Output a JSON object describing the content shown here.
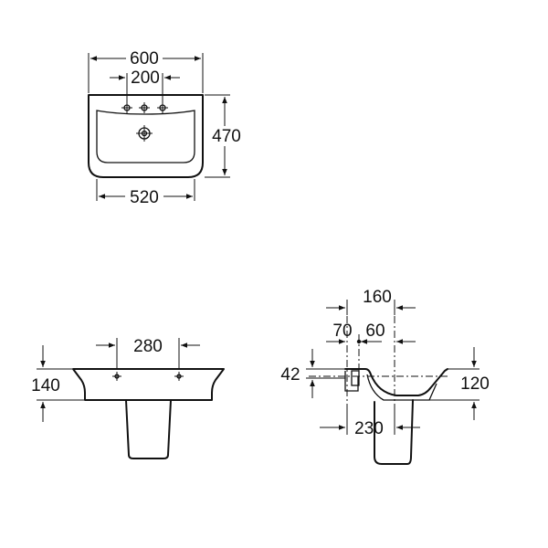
{
  "drawing": {
    "top_view": {
      "overall_width": "600",
      "tap_spacing": "200",
      "depth": "470",
      "inner_width": "520"
    },
    "front_view": {
      "fixing_spacing": "280",
      "height": "140"
    },
    "side_view": {
      "total_offset": "160",
      "offset_a": "70",
      "offset_b": "60",
      "rim_thickness": "42",
      "bowl_depth": "120",
      "pedestal_offset": "230"
    }
  }
}
